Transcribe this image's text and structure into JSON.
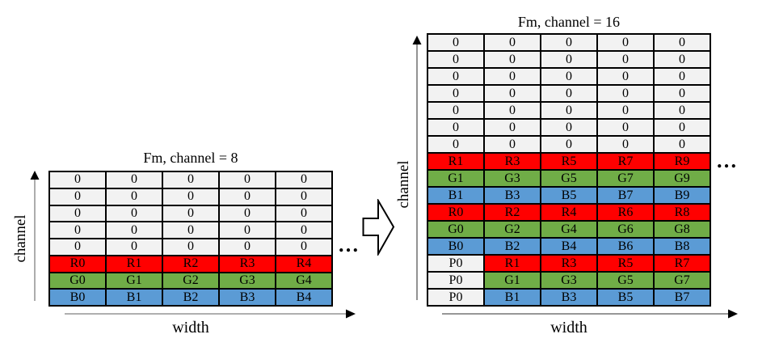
{
  "page": {
    "background": "#ffffff"
  },
  "colors": {
    "zero": "#f2f2f2",
    "red": "#ff0000",
    "green": "#70ad47",
    "blue": "#5b9bd5",
    "border": "#000000",
    "axis_line": "#7f7f7f",
    "axis_head": "#000000"
  },
  "left_diagram": {
    "title": "Fm, channel = 8",
    "y_axis_label": "channel",
    "x_axis_label": "width",
    "ellipsis": "…",
    "grid_rows": [
      {
        "color": "zero",
        "cells": [
          "0",
          "0",
          "0",
          "0",
          "0"
        ]
      },
      {
        "color": "zero",
        "cells": [
          "0",
          "0",
          "0",
          "0",
          "0"
        ]
      },
      {
        "color": "zero",
        "cells": [
          "0",
          "0",
          "0",
          "0",
          "0"
        ]
      },
      {
        "color": "zero",
        "cells": [
          "0",
          "0",
          "0",
          "0",
          "0"
        ]
      },
      {
        "color": "zero",
        "cells": [
          "0",
          "0",
          "0",
          "0",
          "0"
        ]
      },
      {
        "color": "red",
        "cells": [
          "R0",
          "R1",
          "R2",
          "R3",
          "R4"
        ]
      },
      {
        "color": "green",
        "cells": [
          "G0",
          "G1",
          "G2",
          "G3",
          "G4"
        ]
      },
      {
        "color": "blue",
        "cells": [
          "B0",
          "B1",
          "B2",
          "B3",
          "B4"
        ]
      }
    ]
  },
  "right_diagram": {
    "title": "Fm, channel = 16",
    "y_axis_label": "channel",
    "x_axis_label": "width",
    "ellipsis": "…",
    "grid_rows": [
      {
        "color": "zero",
        "cells": [
          "0",
          "0",
          "0",
          "0",
          "0"
        ]
      },
      {
        "color": "zero",
        "cells": [
          "0",
          "0",
          "0",
          "0",
          "0"
        ]
      },
      {
        "color": "zero",
        "cells": [
          "0",
          "0",
          "0",
          "0",
          "0"
        ]
      },
      {
        "color": "zero",
        "cells": [
          "0",
          "0",
          "0",
          "0",
          "0"
        ]
      },
      {
        "color": "zero",
        "cells": [
          "0",
          "0",
          "0",
          "0",
          "0"
        ]
      },
      {
        "color": "zero",
        "cells": [
          "0",
          "0",
          "0",
          "0",
          "0"
        ]
      },
      {
        "color": "zero",
        "cells": [
          "0",
          "0",
          "0",
          "0",
          "0"
        ]
      },
      {
        "color": "red",
        "cells": [
          "R1",
          "R3",
          "R5",
          "R7",
          "R9"
        ]
      },
      {
        "color": "green",
        "cells": [
          "G1",
          "G3",
          "G5",
          "G7",
          "G9"
        ]
      },
      {
        "color": "blue",
        "cells": [
          "B1",
          "B3",
          "B5",
          "B7",
          "B9"
        ]
      },
      {
        "color": "red",
        "cells": [
          "R0",
          "R2",
          "R4",
          "R6",
          "R8"
        ]
      },
      {
        "color": "green",
        "cells": [
          "G0",
          "G2",
          "G4",
          "G6",
          "G8"
        ]
      },
      {
        "color": "blue",
        "cells": [
          "B0",
          "B2",
          "B4",
          "B6",
          "B8"
        ]
      },
      {
        "color": "red",
        "cells": [
          {
            "t": "P0",
            "color": "zero"
          },
          "R1",
          "R3",
          "R5",
          "R7"
        ]
      },
      {
        "color": "green",
        "cells": [
          {
            "t": "P0",
            "color": "zero"
          },
          "G1",
          "G3",
          "G5",
          "G7"
        ]
      },
      {
        "color": "blue",
        "cells": [
          {
            "t": "P0",
            "color": "zero"
          },
          "B1",
          "B3",
          "B5",
          "B7"
        ]
      }
    ]
  },
  "transform_arrow": {
    "direction": "right"
  }
}
